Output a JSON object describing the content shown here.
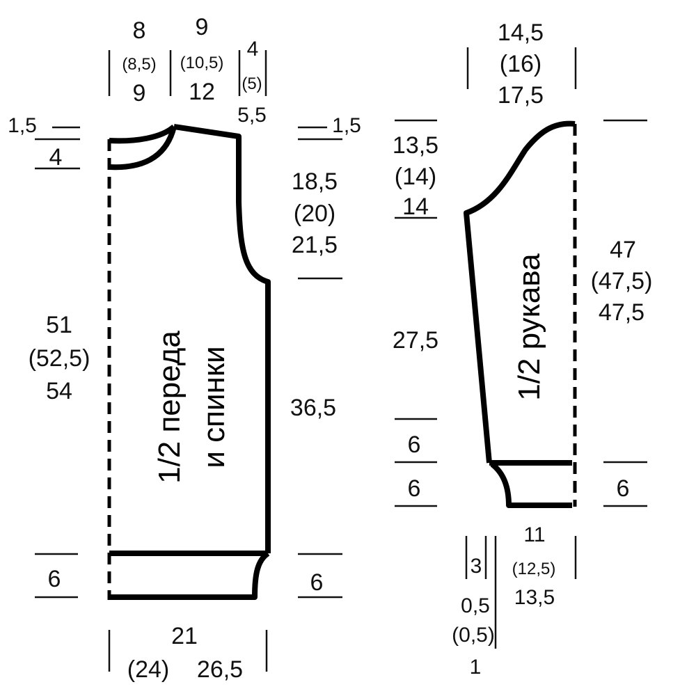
{
  "body_panel": {
    "title_line1": "1/2 переда",
    "title_line2": "и спинки",
    "top": {
      "neck_width": [
        "8",
        "(8,5)",
        "9"
      ],
      "shoulder_width": [
        "9",
        "(10,5)",
        "12"
      ],
      "shoulder_drop": [
        "4",
        "(5)",
        "5,5"
      ]
    },
    "left": {
      "neck_small": "1,5",
      "neck_depth": "4",
      "length": [
        "51",
        "(52,5)",
        "54"
      ],
      "rib_left": "6"
    },
    "right": {
      "shoulder_small": "1,5",
      "armhole": [
        "18,5",
        "(20)",
        "21,5"
      ],
      "side": "36,5",
      "rib_right": "6"
    },
    "bottom": {
      "width": [
        "21",
        "(24)",
        "26,5"
      ]
    }
  },
  "sleeve_panel": {
    "title": "1/2 рукава",
    "top": {
      "cap_width": [
        "14,5",
        "(16)",
        "17,5"
      ]
    },
    "left": {
      "cap_height": [
        "13,5",
        "(14)",
        "14"
      ],
      "length": "27,5",
      "straight": "6",
      "rib": "6"
    },
    "right": {
      "total": [
        "47",
        "(47,5)",
        "47,5"
      ],
      "rib": "6"
    },
    "bottom": {
      "width": [
        "11",
        "(12,5)",
        "13,5"
      ],
      "inset": "3",
      "step": [
        "0,5",
        "(0,5)",
        "1"
      ]
    }
  }
}
